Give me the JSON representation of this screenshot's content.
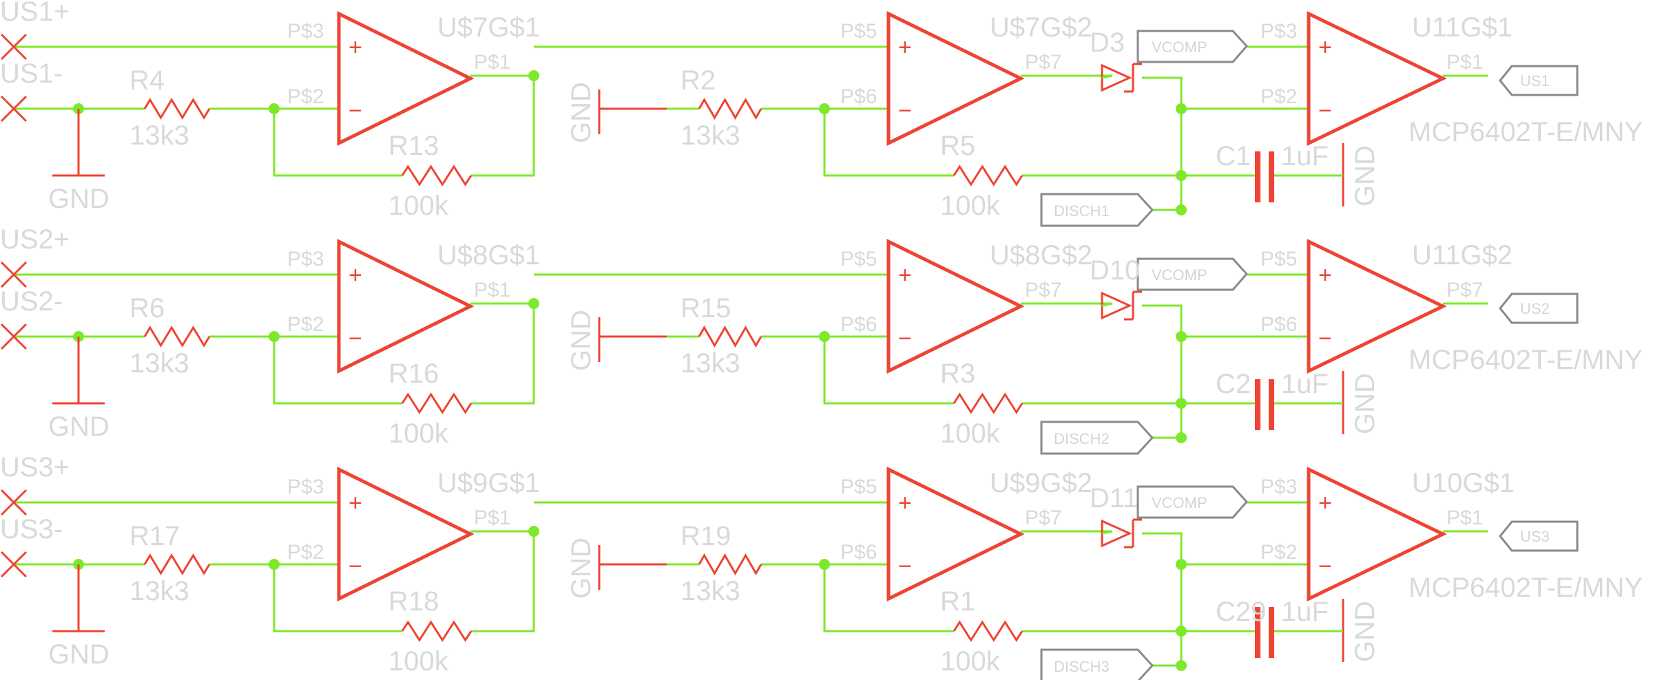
{
  "colors": {
    "wire": "#7ee82a",
    "part": "#ee4433",
    "label": "#d9d9d9",
    "flag_outline": "#8a8a8a"
  },
  "stages": [
    {
      "in_pos": "US1+",
      "in_neg": "US1-",
      "amp1": "U$7G$1",
      "amp2": "U$7G$2",
      "amp3": "U11G$1",
      "amp1_pins": [
        "P$3",
        "P$2",
        "P$1"
      ],
      "amp2_pins": [
        "P$5",
        "P$6",
        "P$7"
      ],
      "amp3_pins": [
        "P$3",
        "P$2",
        "P$1"
      ],
      "r_in": "R4",
      "r_in_val": "13k3",
      "r_fb1": "R13",
      "r_fb1_val": "100k",
      "r_mid": "R2",
      "r_mid_val": "13k3",
      "r_fb2": "R5",
      "r_fb2_val": "100k",
      "diode": "D3",
      "cap": "C1",
      "cap_val": "1uF",
      "vcomp": "VCOMP",
      "out": "US1",
      "disch": "DISCH1",
      "part_no": "MCP6402T-E/MNY",
      "gnd": "GND",
      "gnd_mid": "GND",
      "gnd_cap": "GND"
    },
    {
      "in_pos": "US2+",
      "in_neg": "US2-",
      "amp1": "U$8G$1",
      "amp2": "U$8G$2",
      "amp3": "U11G$2",
      "amp1_pins": [
        "P$3",
        "P$2",
        "P$1"
      ],
      "amp2_pins": [
        "P$5",
        "P$6",
        "P$7"
      ],
      "amp3_pins": [
        "P$5",
        "P$6",
        "P$7"
      ],
      "r_in": "R6",
      "r_in_val": "13k3",
      "r_fb1": "R16",
      "r_fb1_val": "100k",
      "r_mid": "R15",
      "r_mid_val": "13k3",
      "r_fb2": "R3",
      "r_fb2_val": "100k",
      "diode": "D10",
      "cap": "C2",
      "cap_val": "1uF",
      "vcomp": "VCOMP",
      "out": "US2",
      "disch": "DISCH2",
      "part_no": "MCP6402T-E/MNY",
      "gnd": "GND",
      "gnd_mid": "GND",
      "gnd_cap": "GND"
    },
    {
      "in_pos": "US3+",
      "in_neg": "US3-",
      "amp1": "U$9G$1",
      "amp2": "U$9G$2",
      "amp3": "U10G$1",
      "amp1_pins": [
        "P$3",
        "P$2",
        "P$1"
      ],
      "amp2_pins": [
        "P$5",
        "P$6",
        "P$7"
      ],
      "amp3_pins": [
        "P$3",
        "P$2",
        "P$1"
      ],
      "r_in": "R17",
      "r_in_val": "13k3",
      "r_fb1": "R18",
      "r_fb1_val": "100k",
      "r_mid": "R19",
      "r_mid_val": "13k3",
      "r_fb2": "R1",
      "r_fb2_val": "100k",
      "diode": "D11",
      "cap": "C29",
      "cap_val": "1uF",
      "vcomp": "VCOMP",
      "out": "US3",
      "disch": "DISCH3",
      "part_no": "MCP6402T-E/MNY",
      "gnd": "GND",
      "gnd_mid": "GND",
      "gnd_cap": "GND"
    }
  ]
}
